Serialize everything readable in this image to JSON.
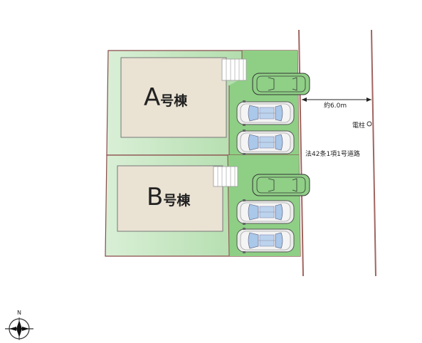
{
  "plan": {
    "lot_a": {
      "letter": "A",
      "suffix": "号棟"
    },
    "lot_b": {
      "letter": "B",
      "suffix": "号棟"
    },
    "road_width": "約6.0m",
    "utility_pole": "電柱",
    "road_class": "法42条1項1号道路",
    "compass_label": "N"
  },
  "colors": {
    "lot_green": "#9dd49a",
    "parking_green": "#8fcf86",
    "building": "#eae2d3",
    "boundary": "#8a4a4a",
    "car_gray": "#e9e9e9",
    "car_glass": "#a9c8ea"
  },
  "icons": [
    "car-icon",
    "stairs-icon",
    "compass-icon",
    "utility-pole-icon"
  ]
}
